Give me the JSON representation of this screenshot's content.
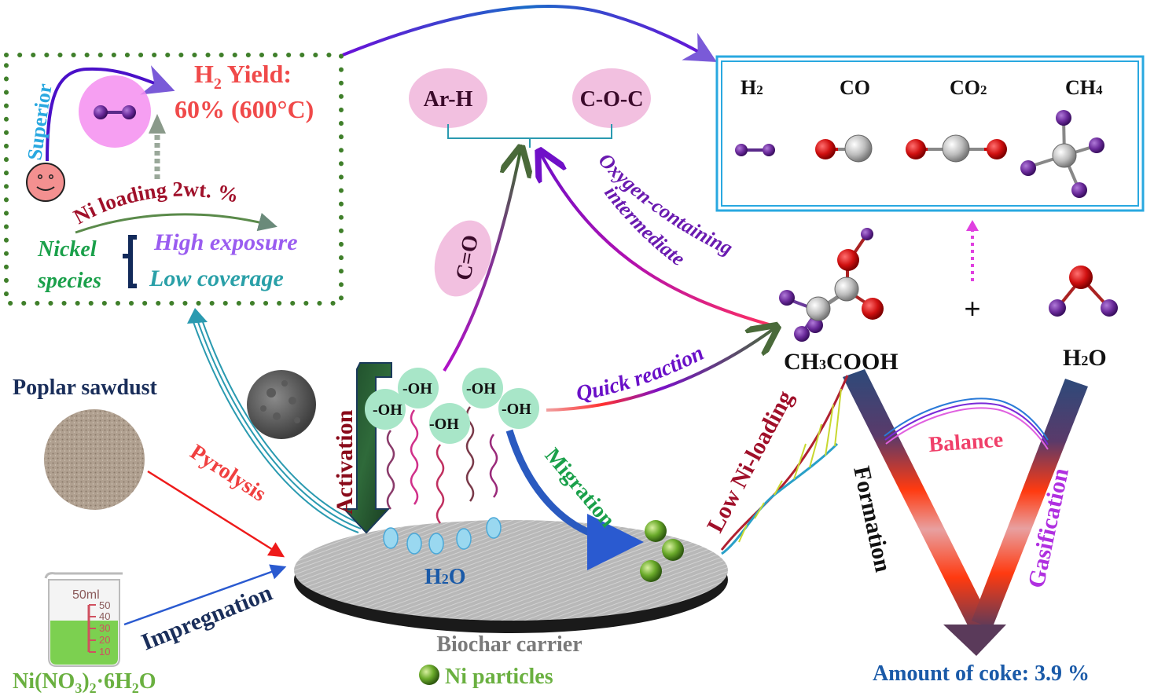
{
  "summary_box": {
    "superior": "Superior",
    "h2_yield_line1": "H",
    "h2_yield_sub": "2",
    "h2_yield_line1_rest": " Yield:",
    "h2_yield_line2": "60% (600°C)",
    "ni_loading": "Ni loading 2wt. %",
    "nickel_species_1": "Nickel",
    "nickel_species_2": "species",
    "high_exposure": "High exposure",
    "low_coverage": "Low coverage"
  },
  "products_box": {
    "items": [
      {
        "label": "H",
        "sub": "2",
        "molecule": "h2-molecule"
      },
      {
        "label": "CO",
        "sub": "",
        "molecule": "co-molecule"
      },
      {
        "label": "CO",
        "sub": "2",
        "molecule": "co2-molecule"
      },
      {
        "label": "CH",
        "sub": "4",
        "molecule": "ch4-molecule"
      }
    ]
  },
  "intermediates": {
    "ar_h": "Ar-H",
    "c_o_c": "C-O-C",
    "c_eq_o": "C=O",
    "oxygen_containing_1": "Oxygen-containing",
    "oxygen_containing_2": "intermediate",
    "quick_reaction": "Quick reaction"
  },
  "reactants": {
    "acetic_acid": "CH",
    "acetic_acid_sub": "3",
    "acetic_acid_rest": "COOH",
    "plus": "+",
    "water": "H",
    "water_sub": "2",
    "water_rest": "O"
  },
  "synthesis": {
    "poplar_sawdust": "Poplar sawdust",
    "pyrolysis": "Pyrolysis",
    "impregnation": "Impregnation",
    "beaker_volume": "50ml",
    "beaker_ticks": [
      "50",
      "40",
      "30",
      "20",
      "10"
    ],
    "nickel_nitrate": "Ni(NO",
    "nickel_nitrate_sub1": "3",
    "nickel_nitrate_mid": ")",
    "nickel_nitrate_sub2": "2",
    "nickel_nitrate_rest": "·6H",
    "nickel_nitrate_sub3": "2",
    "nickel_nitrate_end": "O",
    "activation": "Activation"
  },
  "carrier": {
    "oh_groups": [
      "-OH",
      "-OH",
      "-OH",
      "-OH",
      "-OH"
    ],
    "h2o": "H",
    "h2o_sub": "2",
    "h2o_rest": "O",
    "migration": "Migration",
    "biochar_carrier": "Biochar carrier",
    "ni_particles": "Ni particles",
    "low_ni_loading": "Low Ni-loading"
  },
  "coke": {
    "formation": "Formation",
    "gasification": "Gasification",
    "balance": "Balance",
    "amount": "Amount of coke: 3.9 %"
  },
  "colors": {
    "dotted_border": "#3f7f2a",
    "products_border": "#29a8e0",
    "yield_text": "#f04a4a",
    "ni_loading_text": "#a0102a",
    "nickel_species": "#1aa04a",
    "high_exposure": "#9a5cf0",
    "low_coverage": "#2aa0a8",
    "superior": "#29a8e0",
    "pink_ellipse": "#f2c0e0",
    "oh_bubble": "#a8e6c8",
    "hydrogen_atom": "#6a2a9a",
    "oxygen_atom": "#d01010",
    "carbon_atom": "#bdbdbd",
    "navy_text": "#1a2e5a",
    "coke_text": "#1a5aa8"
  }
}
